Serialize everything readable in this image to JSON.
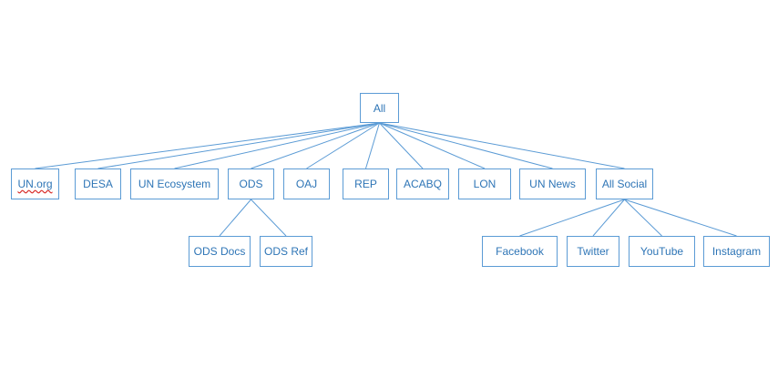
{
  "diagram": {
    "type": "tree",
    "colors": {
      "line": "#5b9bd5",
      "text": "#2e75b6",
      "spellcheck_underline": "#d9302c"
    },
    "nodes": {
      "root": "All",
      "un_org": "UN.org",
      "desa": "DESA",
      "un_ecosystem": "UN Ecosystem",
      "ods": "ODS",
      "oaj": "OAJ",
      "rep": "REP",
      "acabq": "ACABQ",
      "lon": "LON",
      "un_news": "UN News",
      "all_social": "All Social",
      "ods_docs": "ODS Docs",
      "ods_ref": "ODS Ref",
      "facebook": "Facebook",
      "twitter": "Twitter",
      "youtube": "YouTube",
      "instagram": "Instagram"
    },
    "edges": [
      [
        "root",
        "un_org"
      ],
      [
        "root",
        "desa"
      ],
      [
        "root",
        "un_ecosystem"
      ],
      [
        "root",
        "ods"
      ],
      [
        "root",
        "oaj"
      ],
      [
        "root",
        "rep"
      ],
      [
        "root",
        "acabq"
      ],
      [
        "root",
        "lon"
      ],
      [
        "root",
        "un_news"
      ],
      [
        "root",
        "all_social"
      ],
      [
        "ods",
        "ods_docs"
      ],
      [
        "ods",
        "ods_ref"
      ],
      [
        "all_social",
        "facebook"
      ],
      [
        "all_social",
        "twitter"
      ],
      [
        "all_social",
        "youtube"
      ],
      [
        "all_social",
        "instagram"
      ]
    ]
  }
}
